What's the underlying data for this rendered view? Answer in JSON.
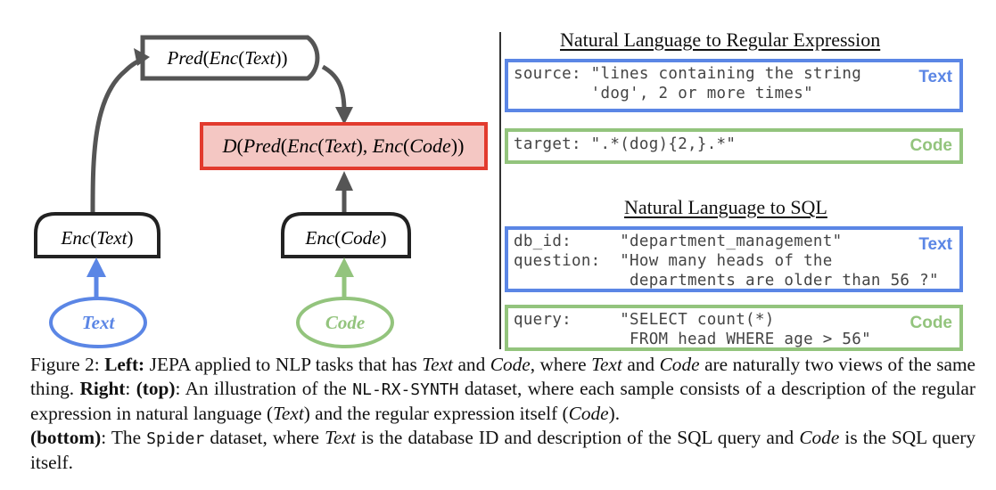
{
  "diagram": {
    "pred_label": [
      "Pred",
      "(",
      "Enc",
      "(",
      "Text",
      "))"
    ],
    "d_label": [
      "D",
      "(",
      "Pred",
      "(",
      "Enc",
      "(",
      "Text",
      "), ",
      "Enc",
      "(",
      "Code",
      "))"
    ],
    "enc_text_label": [
      "Enc",
      "(",
      "Text",
      ")"
    ],
    "enc_code_label": [
      "Enc",
      "(",
      "Code",
      ")"
    ],
    "text_node": "Text",
    "code_node": "Code",
    "colors": {
      "gray": "#555555",
      "blue": "#5b86e5",
      "green": "#93c47d",
      "red": "#e23b2e",
      "red_fill": "#f4c7c3"
    }
  },
  "regex_panel": {
    "title": "Natural Language to Regular Expression",
    "source_code": "source: \"lines containing the string\n        'dog', 2 or more times\"",
    "source_tag": "Text",
    "target_code": "target: \".*(dog){2,}.*\"",
    "target_tag": "Code"
  },
  "sql_panel": {
    "title": "Natural Language to SQL",
    "question_code": "db_id:     \"department_management\"\nquestion:  \"How many heads of the\n            departments are older than 56 ?\"",
    "question_tag": "Text",
    "query_code": "query:     \"SELECT count(*)\n            FROM head WHERE age > 56\"",
    "query_tag": "Code"
  },
  "caption": {
    "prefix": "Figure 2: ",
    "left_label": "Left:",
    "t1": " JEPA applied to NLP tasks that has ",
    "m_text": "Text",
    "t2": " and ",
    "m_code": "Code",
    "t3": ", where ",
    "t4": " and ",
    "t5": " are naturally two views of the same thing. ",
    "right_label": "Right",
    "t6": ": ",
    "top_label": "(top)",
    "t7": ": An illustration of the ",
    "nl_rx": "NL-RX-SYNTH",
    "t8": " dataset, where each sample consists of a description of the regular expression in natural language (",
    "t9": ") and the regular expression itself (",
    "t10": ").",
    "bottom_label": "(bottom)",
    "t11": ": The ",
    "spider": "Spider",
    "t12": " dataset, where ",
    "t13": " is the database ID and description of the SQL query and ",
    "t14": " is the SQL query itself."
  }
}
